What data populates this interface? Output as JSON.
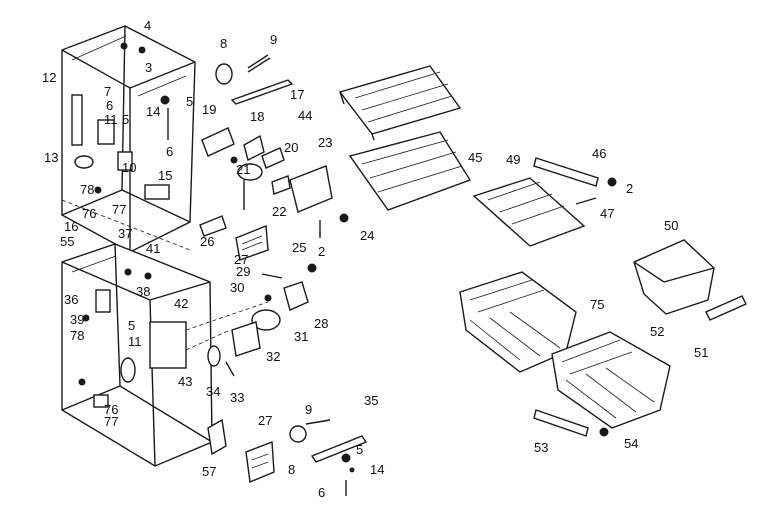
{
  "diagram": {
    "callouts": [
      "4",
      "3",
      "12",
      "7",
      "6",
      "5",
      "14",
      "6",
      "11",
      "5",
      "13",
      "10",
      "78",
      "15",
      "76",
      "77",
      "16",
      "55",
      "37",
      "41",
      "36",
      "38",
      "39",
      "5",
      "78",
      "11",
      "42",
      "43",
      "76",
      "77",
      "8",
      "9",
      "17",
      "19",
      "18",
      "20",
      "21",
      "23",
      "22",
      "24",
      "25",
      "2",
      "26",
      "27",
      "29",
      "30",
      "28",
      "31",
      "32",
      "34",
      "33",
      "9",
      "35",
      "5",
      "14",
      "6",
      "8",
      "27",
      "57",
      "44",
      "45",
      "49",
      "46",
      "2",
      "47",
      "50",
      "75",
      "51",
      "52",
      "53",
      "54"
    ]
  }
}
